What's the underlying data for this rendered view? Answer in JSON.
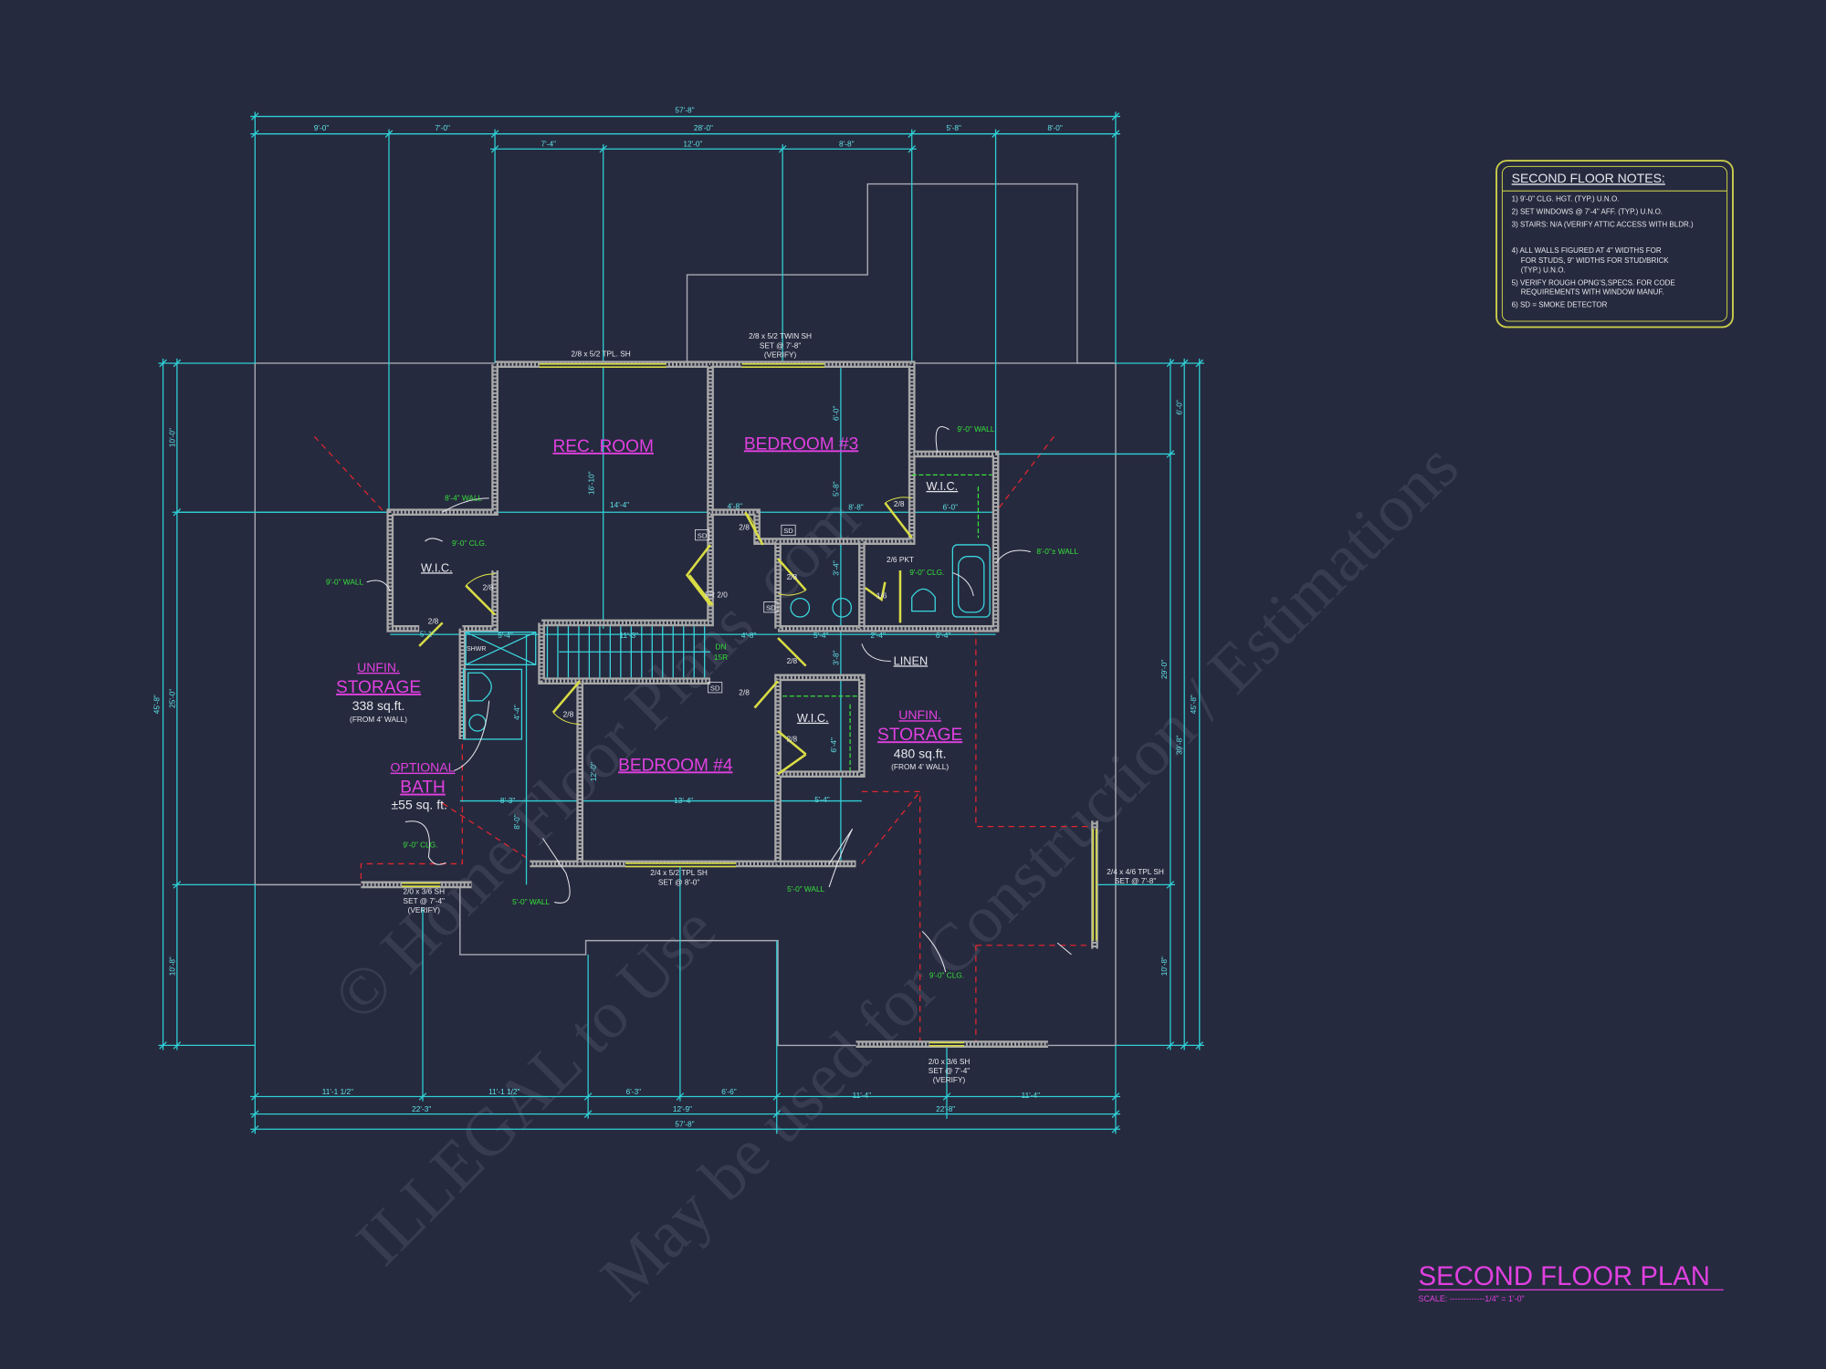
{
  "colors": {
    "background": "#262a3e",
    "dimension": "#2fd0d6",
    "room_label": "#e040e0",
    "note": "#36e03a",
    "window": "#d8dc45",
    "walls": "#a8a8a8",
    "notes_border": "#c8cc4a"
  },
  "title": {
    "text": "SECOND FLOOR PLAN",
    "scale": "SCALE: -------------1/4\" = 1'-0\""
  },
  "notes": {
    "heading": "SECOND FLOOR NOTES:",
    "lines": [
      "1) 9'-0\"  CLG. HGT. (TYP.) U.N.O.",
      "2) SET WINDOWS @ 7'-4\" AFF. (TYP.) U.N.O.",
      "3) STAIRS: N/A  (VERIFY ATTIC ACCESS WITH BLDR.)",
      "4) ALL WALLS FIGURED AT 4\" WIDTHS FOR",
      "FOR STUDS, 9\" WIDTHS FOR STUD/BRICK",
      "(TYP.) U.N.O.",
      "5) VERIFY ROUGH OPNG'S,SPECS. FOR CODE",
      "REQUIREMENTS WITH WINDOW MANUF.",
      "6) SD = SMOKE DETECTOR"
    ]
  },
  "dims": {
    "top": {
      "overall": "57'-8\"",
      "row2": [
        "9'-0\"",
        "7'-0\"",
        "28'-0\"",
        "5'-8\"",
        "8'-0\""
      ],
      "row3": [
        "7'-4\"",
        "12'-0\"",
        "8'-8\""
      ]
    },
    "bottom": {
      "row1": [
        "11'-1 1/2\"",
        "11'-1 1/2\"",
        "6'-3\"",
        "6'-6\"",
        "11'-4\"",
        "11'-4\""
      ],
      "row2": [
        "22'-3\"",
        "12'-9\"",
        "22'-8\""
      ],
      "overall": "57'-8\""
    },
    "left": {
      "overall": "45'-8\"",
      "segments": [
        "10'-0\"",
        "25'-0\"",
        "10'-8\""
      ]
    },
    "right": {
      "overall": "45'-8\"",
      "segments": [
        "6'-0\"",
        "29'-0\"",
        "10'-8\""
      ],
      "inner": "39'-8\""
    },
    "interior": [
      "14'-4\"",
      "16'-10\"",
      "4'-8\"",
      "8'-8\"",
      "6'-0\"",
      "6'-0\"",
      "5'-8\"",
      "3'-4\"",
      "5'-4\"",
      "5'-1\"",
      "11'-3\"",
      "4'-8\"",
      "5'-4\"",
      "2'-4\"",
      "6'-4\"",
      "8'-3\"",
      "13'-4\"",
      "5'-4\"",
      "12'-0\"",
      "8'-0\"",
      "6'-4\"",
      "4'-4\"",
      "3'-8\""
    ]
  },
  "rooms": {
    "rec_room": "REC. ROOM",
    "bedroom3": "BEDROOM #3",
    "bedroom4": "BEDROOM #4",
    "storage_left": {
      "tag": "UNFIN.",
      "name": "STORAGE",
      "area": "338 sq.ft.",
      "note": "(FROM 4' WALL)"
    },
    "storage_right": {
      "tag": "UNFIN.",
      "name": "STORAGE",
      "area": "480 sq.ft.",
      "note": "(FROM 4' WALL)"
    },
    "optional_bath": {
      "line1": "OPTIONAL",
      "line2": "BATH",
      "area": "±55 sq. ft."
    },
    "wic": "W.I.C.",
    "linen": "LINEN",
    "shower": "SHWR"
  },
  "green_notes": {
    "wall_8_4": "8'-4\" WALL",
    "clg_9": "9'-0\" CLG.",
    "wall_9": "9'-0\" WALL",
    "wall_8_plus": "8'-0\"± WALL",
    "wall_5": "5'-0\" WALL",
    "dn": "DN",
    "risers": "15R"
  },
  "windows": {
    "w1": [
      "2/8 x 5/2 TPL. SH"
    ],
    "w2": [
      "2/8 x 5/2 TWIN SH",
      "SET @ 7'-8\"",
      "(VERIFY)"
    ],
    "w3": [
      "2/4 x 5/2 TPL SH",
      "SET @ 8'-0\""
    ],
    "w4": [
      "2/0 x 3/6 SH",
      "SET @ 7'-4\"",
      "(VERIFY)"
    ],
    "w5": [
      "2/4 x 4/6 TPL SH",
      "SET @ 7'-8\""
    ],
    "w6": [
      "2/0 x 3/6 SH",
      "SET @ 7'-4\"",
      "(VERIFY)"
    ]
  },
  "doors": {
    "d28": "2/8",
    "french": "FR 2/0",
    "pocket": "2/6 PKT",
    "d16": "1/6",
    "sd": "SD"
  },
  "watermark": [
    "© Home Floor Plans .com",
    "ILLEGAL to Use",
    "May be used for Construction / Estimations"
  ]
}
